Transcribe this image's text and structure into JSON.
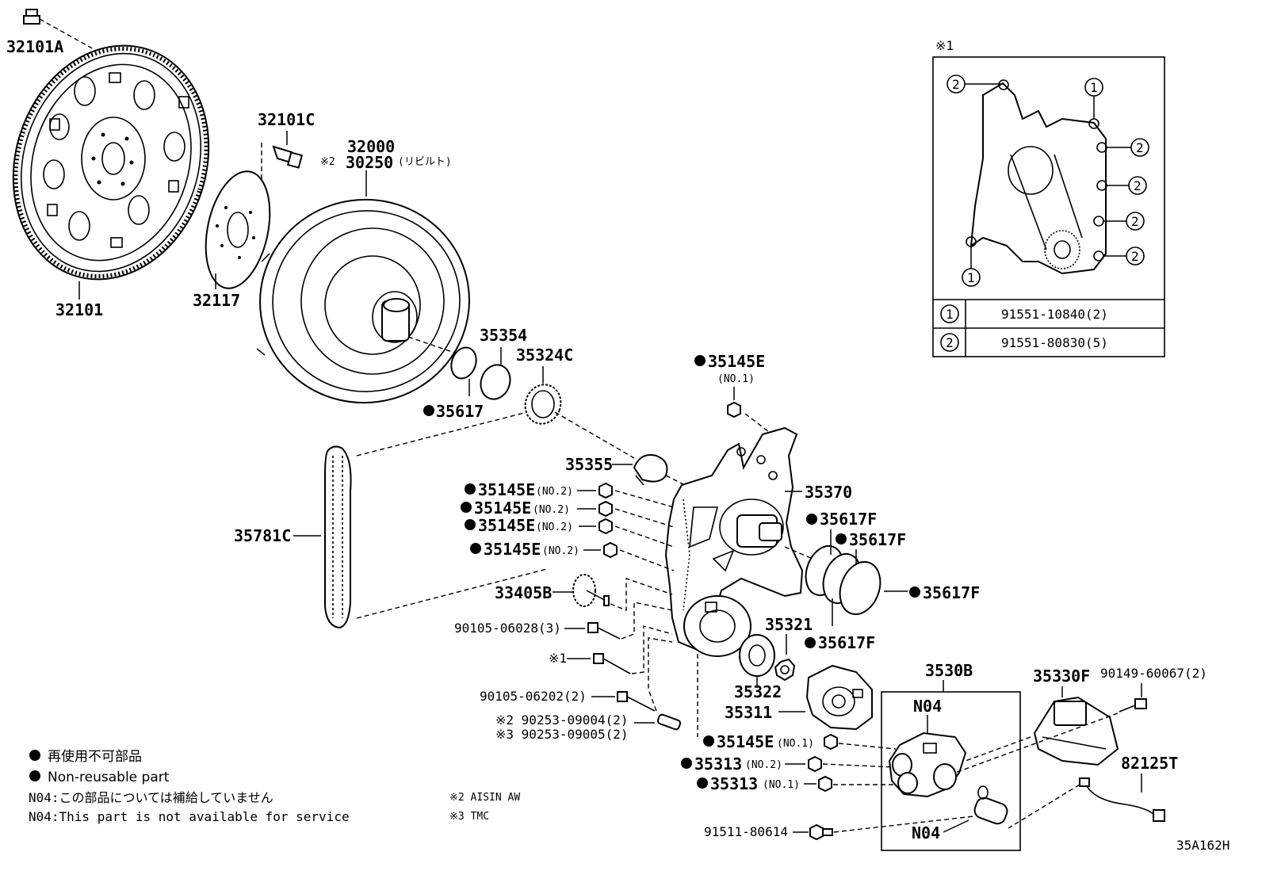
{
  "labels": {
    "p32101A": "32101A",
    "p32101": "32101",
    "p32101C": "32101C",
    "p32117": "32117",
    "p32000": "32000",
    "p30250_mark": "※2",
    "p30250": "30250",
    "p30250_note": "(リビルト)",
    "p35354": "35354",
    "p35324C": "35324C",
    "p35617": "35617",
    "p35145E_top": "35145E",
    "p35145E_top_note": "(NO.1)",
    "p35355": "35355",
    "p35370": "35370",
    "p35145E_a": "35145E",
    "p35145E_b": "35145E",
    "p35145E_c": "35145E",
    "p35145E_d": "35145E",
    "no2": "(NO.2)",
    "p35781C": "35781C",
    "p35617F_a": "35617F",
    "p35617F_b": "35617F",
    "p35617F_c": "35617F",
    "p35617F_d": "35617F",
    "p33405B": "33405B",
    "p90105_06028": "90105-06028(3)",
    "p_note1": "※1",
    "p35321": "35321",
    "p35322": "35322",
    "p35311": "35311",
    "p90105_06202": "90105-06202(2)",
    "p90253_09004": "※2 90253-09004(2)",
    "p90253_09005": "※3 90253-09005(2)",
    "p3530B": "3530B",
    "pN04_top": "N04",
    "pN04_bottom": "N04",
    "p35145E_no1": "35145E",
    "no1": "(NO.1)",
    "p35313_no2": "35313",
    "p35313_no2_note": "(NO.2)",
    "p35313_no1": "35313",
    "p35313_no1_note": "(NO.1)",
    "p91511_80614": "91511-80614",
    "p35330F": "35330F",
    "p90149_60067": "90149-60067(2)",
    "p82125T": "82125T",
    "diagram_code": "35A162H"
  },
  "inset": {
    "mark": "※1",
    "callouts": [
      "1",
      "2"
    ],
    "rows": [
      {
        "num": "1",
        "part": "91551-10840(2)"
      },
      {
        "num": "2",
        "part": "91551-80830(5)"
      }
    ]
  },
  "legend": {
    "non_reusable_ja": "再使用不可部品",
    "non_reusable_en": "Non-reusable part",
    "n04_ja": "N04:この部品については補給していません",
    "n04_en": "N04:This part is not available for service",
    "note2": "※2 AISIN AW",
    "note3": "※3 TMC"
  }
}
